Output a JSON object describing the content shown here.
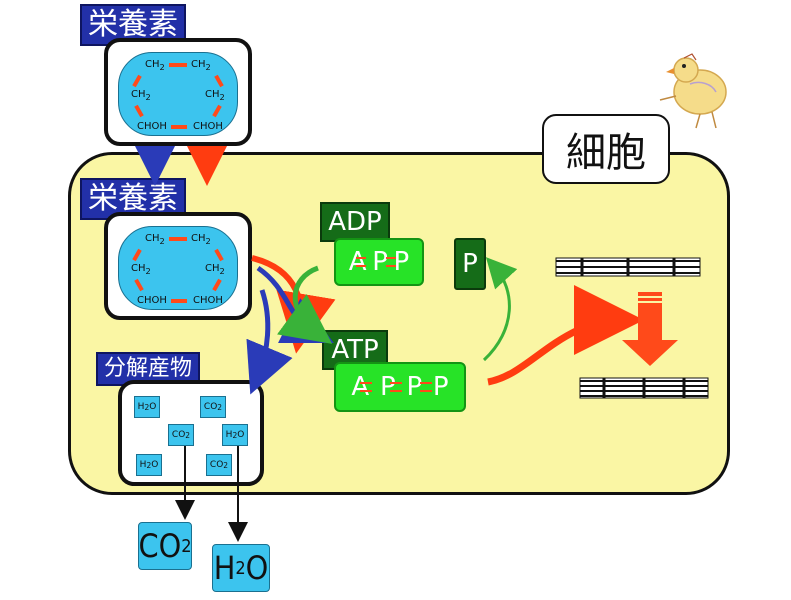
{
  "nutrient_label": "栄養素",
  "cell_label": "細胞",
  "products_label": "分解産物",
  "adp": {
    "label": "ADP",
    "chain": [
      "A",
      "P",
      "P"
    ]
  },
  "atp": {
    "label": "ATP",
    "chain": [
      "A",
      "P",
      "P",
      "P"
    ]
  },
  "phosphate": "P",
  "molecule": {
    "atoms": [
      "CH2",
      "CH2",
      "CH2",
      "CH2",
      "CHOH",
      "CHOH"
    ]
  },
  "products": [
    "H2O",
    "CO2",
    "CO2",
    "H2O",
    "H2O",
    "CO2"
  ],
  "outputs": {
    "co2": "CO2",
    "h2o": "H2O"
  },
  "colors": {
    "cell_fill": "#faf6a4",
    "label_blue": "#2230a8",
    "molecule_cyan": "#3cc4ee",
    "bond_red": "#ff4a1a",
    "atp_green": "#27e327",
    "label_green": "#156c18",
    "arrow_blue": "#2a3bb8",
    "arrow_red": "#ff3c10",
    "arrow_green": "#39b239"
  }
}
